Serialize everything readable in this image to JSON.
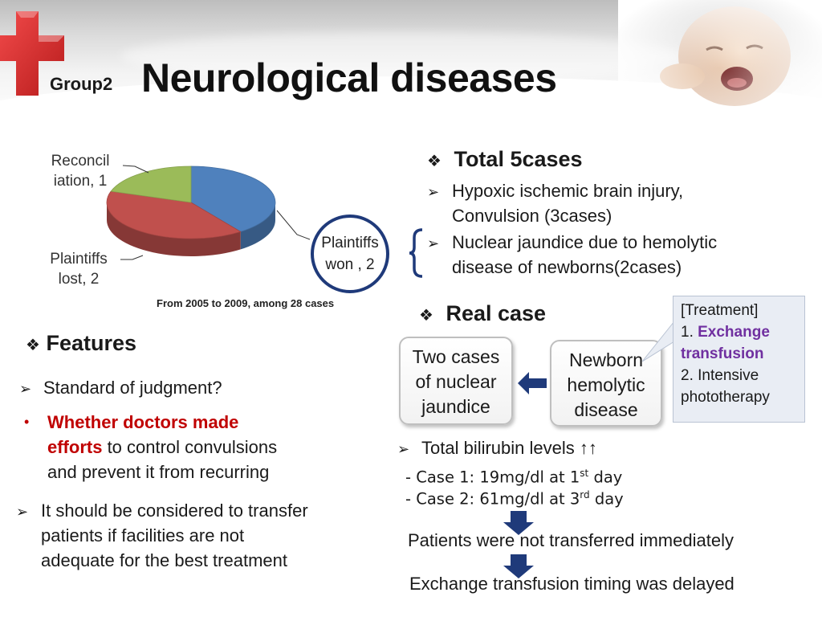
{
  "title": {
    "small": "Group2",
    "main": "Neurological diseases"
  },
  "chart_data": {
    "type": "pie",
    "categories": [
      "Plaintiffs won",
      "Plaintiffs lost",
      "Reconciliation"
    ],
    "values": [
      2,
      2,
      1
    ],
    "labels": {
      "reconciliation": "Reconcil iation, 1",
      "reconciliation_line1": "Reconcil",
      "reconciliation_line2": "iation, 1",
      "lost_line1": "Plaintiffs",
      "lost_line2": "lost, 2",
      "won_line1": "Plaintiffs",
      "won_line2": "won , 2"
    },
    "colors": {
      "won": "#4f81bd",
      "lost": "#c0504d",
      "reconciliation": "#9bbb59"
    },
    "caption": "From 2005 to 2009, among 28 cases"
  },
  "features": {
    "heading": "Features",
    "standard": "Standard of judgment?",
    "whether_red": "Whether doctors made",
    "efforts_red": "efforts",
    "efforts_rest": " to control convulsions",
    "prevent": "and prevent it from recurring",
    "transfer_1": "It should be considered to transfer",
    "transfer_2": "patients if facilities are not",
    "transfer_3": "adequate for the best treatment"
  },
  "total": {
    "heading": "Total 5cases",
    "item1_line1": "Hypoxic ischemic brain injury,",
    "item1_line2": "Convulsion (3cases)",
    "item2_line1": "Nuclear jaundice due to hemolytic",
    "item2_line2": "disease of newborns(2cases)"
  },
  "real_case": {
    "heading": "Real case",
    "box1_l1": "Two cases",
    "box1_l2": "of nuclear",
    "box1_l3": "jaundice",
    "box2_l1": "Newborn",
    "box2_l2": "hemolytic",
    "box2_l3": "disease"
  },
  "treatment": {
    "title": "[Treatment]",
    "n1": "1. ",
    "item1_l1": "Exchange",
    "item1_l2": "transfusion",
    "item2_l1": "2. Intensive",
    "item2_l2": "phototherapy"
  },
  "bilirubin": {
    "heading": "Total bilirubin levels ↑↑",
    "case1_pre": "- Case 1: 19mg/dl at 1",
    "case1_sup": "st",
    "case1_post": " day",
    "case2_pre": "- Case 2: 61mg/dl at 3",
    "case2_sup": "rd",
    "case2_post": " day"
  },
  "conclusions": {
    "c1": "Patients were not transferred immediately",
    "c2": "Exchange transfusion timing was delayed"
  },
  "symbols": {
    "diamond": "❖",
    "arrow_bullet": "➢",
    "dot": "•"
  },
  "colors": {
    "accent_red": "#c00000",
    "accent_purple": "#7030a0",
    "arrow_blue": "#1f3a7a"
  }
}
